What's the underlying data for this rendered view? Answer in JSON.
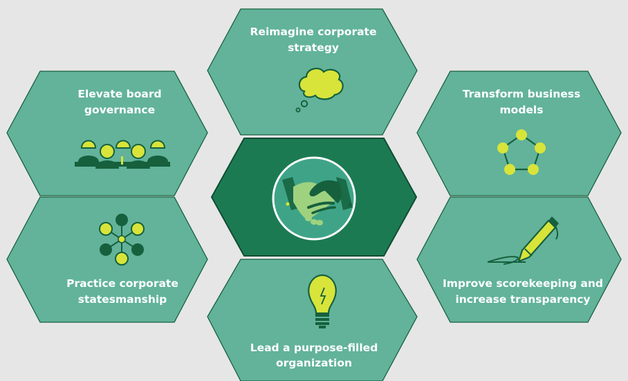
{
  "colors": {
    "background": "#e6e6e6",
    "hex_fill": "#62b39a",
    "hex_stroke": "#17603f",
    "center_fill": "#1c7a52",
    "circle_fill": "#3fa487",
    "accent_yellow": "#d8e43a",
    "icon_dark": "#16603d"
  },
  "hexagons": {
    "top": {
      "line1": "Reimagine corporate",
      "line2": "strategy",
      "icon": "thought-cloud-icon"
    },
    "upper_left": {
      "line1": "Elevate board",
      "line2": "governance",
      "icon": "board-members-icon"
    },
    "upper_right": {
      "line1": "Transform business",
      "line2": "models",
      "icon": "network-pentagon-icon"
    },
    "lower_left": {
      "line1": "Practice corporate",
      "line2": "statesmanship",
      "icon": "stakeholder-network-icon"
    },
    "lower_right": {
      "line1": "Improve scorekeeping and",
      "line2": "increase transparency",
      "icon": "pen-signature-icon"
    },
    "bottom": {
      "line1": "Lead a purpose-filled",
      "line2": "organization",
      "icon": "lightbulb-icon"
    },
    "center": {
      "icon": "handshake-icon"
    }
  }
}
